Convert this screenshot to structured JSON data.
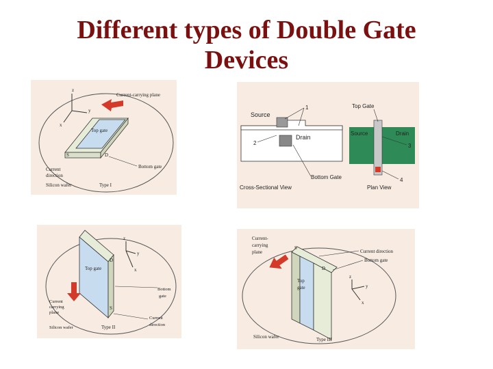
{
  "slide": {
    "title_line1": "Different types of Double Gate",
    "title_line2": "Devices"
  },
  "panel1": {
    "current_plane": "Current-carrying plane",
    "top_gate": "Top gate",
    "s": "S",
    "d": "D",
    "bottom_gate": "Bottom gate",
    "current_direction_1": "Current",
    "current_direction_2": "direction",
    "silicon_wafer": "Silicon wafer",
    "type": "Type I",
    "axis_z": "z",
    "axis_y": "y",
    "axis_x": "x"
  },
  "panel2": {
    "source": "Source",
    "drain": "Drain",
    "top_gate": "Top Gate",
    "bottom_gate": "Bottom Gate",
    "source_right": "Source",
    "drain_right": "Drain",
    "n1": "1",
    "n2": "2",
    "n3": "3",
    "n4": "4",
    "cross_section": "Cross-Sectional View",
    "plan_view": "Plan View"
  },
  "panel3": {
    "top_gate": "Top gate",
    "d": "D",
    "s": "S",
    "bottom_1": "Bottom",
    "bottom_2": "gate",
    "plane_1": "Current",
    "plane_2": "carrying",
    "plane_3": "plane",
    "current_1": "Current",
    "current_2": "direction",
    "silicon_wafer": "Silicon wafer",
    "type": "Type II",
    "axis_z": "z",
    "axis_y": "y",
    "axis_x": "x"
  },
  "panel4": {
    "plane_1": "Current-",
    "plane_2": "carrying",
    "plane_3": "plane",
    "current_direction": "Current direction",
    "bottom_gate": "Bottom gate",
    "top_1": "Top",
    "top_2": "gate",
    "s": "S",
    "d": "D",
    "silicon_wafer": "Silicon wafer",
    "type": "Type III",
    "axis_z": "z",
    "axis_y": "y",
    "axis_x": "x"
  },
  "colors": {
    "title": "#7a1010",
    "panel_bg": "#f7ebe2",
    "gate_blue": "#c8dcf0",
    "arrow_red": "#d43a2a",
    "gate_green": "#2e8b57"
  }
}
